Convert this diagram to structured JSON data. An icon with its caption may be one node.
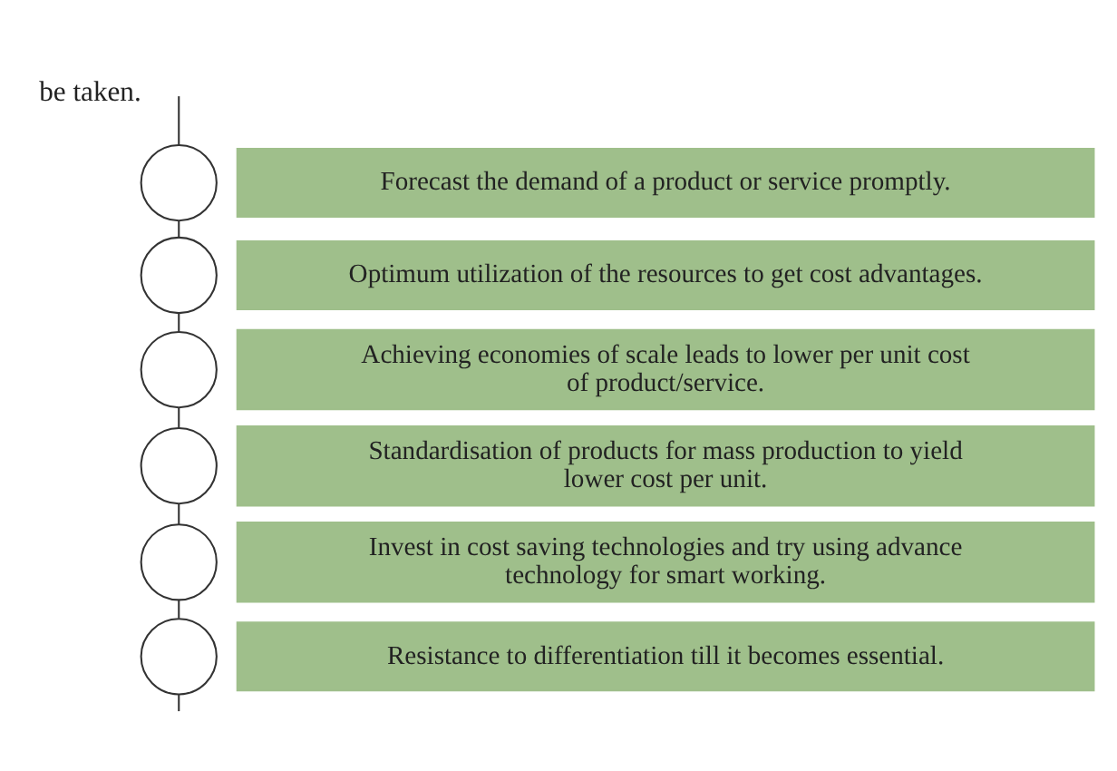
{
  "diagram": {
    "nodes": [
      {
        "text": [],
        "shape": "circle"
      },
      {
        "text": [
          "Forecast the demand of a product or service promptly."
        ]
      },
      {
        "text": [],
        "shape": "circle"
      },
      {
        "text": [
          "Optimum utilization of the resources to get cost advantages."
        ]
      },
      {
        "text": [],
        "shape": "circle"
      },
      {
        "text": [
          "Achieving economies of scale leads to lower per unit cost of product/service."
        ]
      },
      {
        "text": [],
        "shape": "circle"
      },
      {
        "text": [
          "Standardisation of products for mass production to yield lower cost per unit."
        ]
      },
      {
        "text": [],
        "shape": "circle"
      },
      {
        "text": [
          "Invest in cost saving technologies and try using advance technology for smart working."
        ]
      },
      {
        "text": [],
        "shape": "circle"
      },
      {
        "text": [
          "Resistance to differentiation till it becomes essential."
        ]
      }
    ],
    "edges": [
      {
        "from": null,
        "to": 0,
        "arrow": "none"
      },
      {
        "from": 0,
        "to": 2,
        "arrow": "none"
      },
      {
        "from": 2,
        "to": 4,
        "arrow": "none"
      },
      {
        "from": 4,
        "to": 6,
        "arrow": "none"
      },
      {
        "from": 6,
        "to": 8,
        "arrow": "none"
      },
      {
        "from": 8,
        "to": 10,
        "arrow": "none"
      },
      {
        "from": 10,
        "to": null,
        "arrow": "none"
      }
    ],
    "labels": [
      "be taken."
    ]
  }
}
